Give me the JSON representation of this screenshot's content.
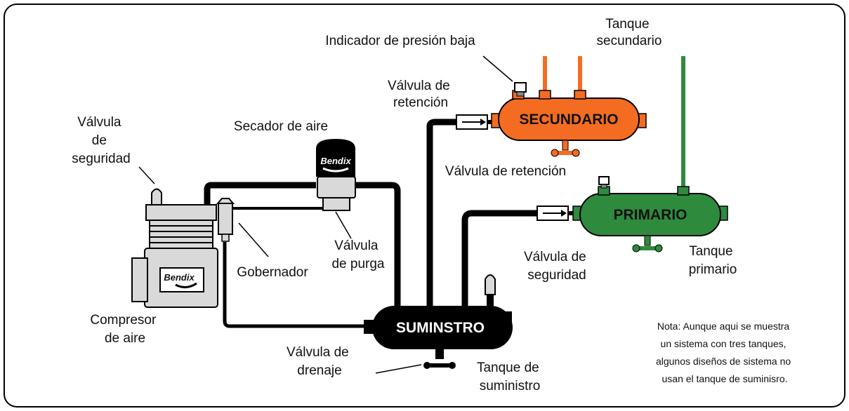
{
  "labels": {
    "valvula_seguridad_top": [
      "Válvula",
      "de",
      "seguridad"
    ],
    "secador_aire": "Secador de aire",
    "indicador_presion": "Indicador de presión baja",
    "tanque_secundario": [
      "Tanque",
      "secundario"
    ],
    "valvula_retencion_top": [
      "Válvula de",
      "retención"
    ],
    "valvula_retencion_mid": "Válvula de retención",
    "gobernador": "Gobernador",
    "valvula_purga": [
      "Válvula",
      "de purga"
    ],
    "compresor": [
      "Compresor",
      "de aire"
    ],
    "valvula_seguridad_mid": [
      "Válvula de",
      "seguridad"
    ],
    "tanque_primario": [
      "Tanque",
      "primario"
    ],
    "valvula_drenaje": [
      "Válvula de",
      "drenaje"
    ],
    "tanque_suministro": [
      "Tanque de",
      "suministro"
    ]
  },
  "tanks": {
    "secundario": "SECUNDARIO",
    "primario": "PRIMARIO",
    "suministro": "SUMINSTRO"
  },
  "brand": "Bendix",
  "note": [
    "Nota: Aunque aqui se muestra",
    "un sistema con tres tanques,",
    "algunos diseños de sistema no",
    "usan el tanque de suminisro."
  ],
  "colors": {
    "secundario": "#f36c21",
    "primario": "#2e8b3e",
    "suministro": "#000000",
    "pipe": "#000000",
    "component": "#d9d9d9"
  }
}
